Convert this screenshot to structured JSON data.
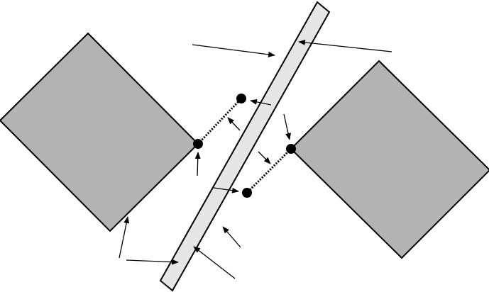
{
  "diagram": {
    "colors": {
      "block_fill": "#b3b3b3",
      "strip_fill": "#e6e6e6",
      "outline": "#000000",
      "joint": "#000000"
    },
    "shapes": [
      {
        "kind": "block",
        "name": "left-block"
      },
      {
        "kind": "block",
        "name": "right-block"
      },
      {
        "kind": "strip",
        "name": "diagonal-strip"
      }
    ],
    "joints_count": 4,
    "pointer_arrows_count": 13,
    "labels": []
  }
}
